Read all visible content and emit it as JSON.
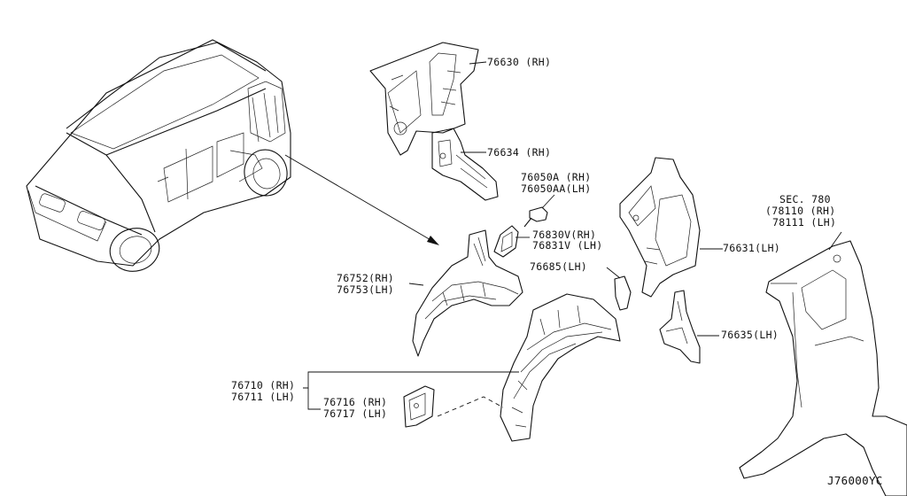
{
  "callouts": {
    "p76630": "76630 (RH)",
    "p76634": "76634 (RH)",
    "p76050a": "76050A  (RH)",
    "p76050aa": "76050AA(LH)",
    "p76830v": "76830V(RH)",
    "p76831v": "76831V (LH)",
    "p76685": "76685(LH)",
    "p76631": "76631(LH)",
    "p76752": "76752(RH)",
    "p76753": "76753(LH)",
    "p76635": "76635(LH)",
    "p76710": "76710 (RH)",
    "p76711": "76711  (LH)",
    "p76716": "76716 (RH)",
    "p76717": "76717 (LH)"
  },
  "section": {
    "title": "SEC. 780",
    "rh": "(78110 (RH)",
    "lh": "78111 (LH)"
  },
  "diagram_code": "J76000YC"
}
